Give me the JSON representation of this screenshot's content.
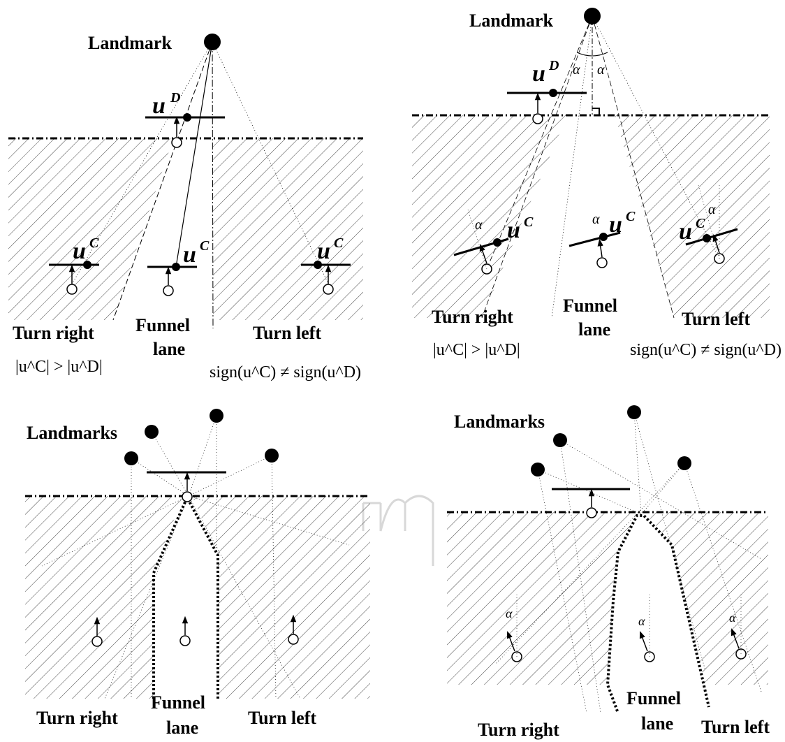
{
  "panel_tl": {
    "landmark": "Landmark",
    "turn_right": "Turn right",
    "funnel_lane": [
      "Funnel",
      "lane"
    ],
    "turn_left": "Turn left",
    "cond_right": "|u^C| > |u^D|",
    "cond_left": "sign(u^C) ≠ sign(u^D)",
    "u_desired": "u",
    "u_desired_sup": "D",
    "u_current": "u",
    "u_current_sup": "C"
  },
  "panel_tr": {
    "landmark": "Landmark",
    "turn_right": "Turn right",
    "funnel_lane": [
      "Funnel",
      "lane"
    ],
    "turn_left": "Turn left",
    "cond_right": "|u^C| > |u^D|",
    "cond_left": "sign(u^C) ≠ sign(u^D)",
    "alpha": "α",
    "u_desired": "u",
    "u_desired_sup": "D",
    "u_current": "u",
    "u_current_sup": "C"
  },
  "panel_bl": {
    "landmarks": "Landmarks",
    "turn_right": "Turn right",
    "funnel_lane": [
      "Funnel",
      "lane"
    ],
    "turn_left": "Turn left"
  },
  "panel_br": {
    "landmarks": "Landmarks",
    "turn_right": "Turn right",
    "funnel_lane": [
      "Funnel",
      "lane"
    ],
    "turn_left": "Turn left",
    "alpha": "α"
  },
  "colors": {
    "ink": "#000000",
    "hatch": "#333333",
    "watermark": "#d8d8d8"
  }
}
